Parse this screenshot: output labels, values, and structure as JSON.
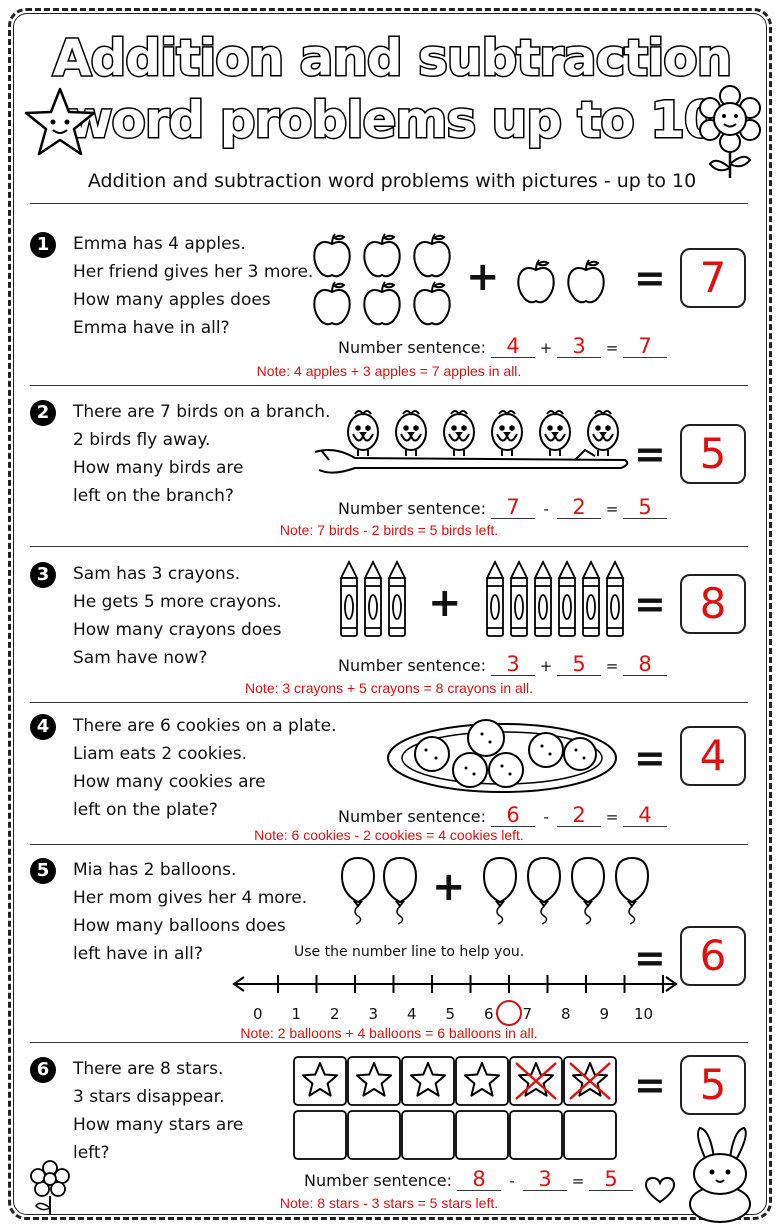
{
  "title_line1": "Addition and subtraction",
  "title_line2": "word problems up to 10",
  "subtitle": "Addition and subtraction word problems with pictures - up to 10",
  "ns_label": "Number sentence:",
  "problems": [
    {
      "n": "1",
      "lines": [
        "Emma has 4 apples.",
        "Her friend gives her 3 more.",
        "How many apples does",
        "Emma have in all?"
      ],
      "a": "4",
      "op": "+",
      "b": "3",
      "eq": "=",
      "c": "7",
      "answer": "7",
      "note": "Note: 4 apples + 3 apples = 7 apples in all."
    },
    {
      "n": "2",
      "lines": [
        "There are 7 birds on a branch.",
        "2 birds fly away.",
        "How many birds are",
        "left on the branch?"
      ],
      "a": "7",
      "op": "-",
      "b": "2",
      "eq": "=",
      "c": "5",
      "answer": "5",
      "note": "Note: 7 birds - 2 birds = 5 birds left."
    },
    {
      "n": "3",
      "lines": [
        "Sam has 3 crayons.",
        "He gets 5 more crayons.",
        "How many crayons does",
        "Sam have now?"
      ],
      "a": "3",
      "op": "+",
      "b": "5",
      "eq": "=",
      "c": "8",
      "answer": "8",
      "note": "Note: 3 crayons + 5 crayons = 8 crayons in all."
    },
    {
      "n": "4",
      "lines": [
        "There are 6 cookies on a plate.",
        "Liam eats 2 cookies.",
        "How many cookies are",
        "left on the plate?"
      ],
      "a": "6",
      "op": "-",
      "b": "2",
      "eq": "=",
      "c": "4",
      "answer": "4",
      "note": "Note: 6 cookies - 2 cookies = 4 cookies left."
    },
    {
      "n": "5",
      "lines": [
        "Mia has 2 balloons.",
        "Her mom gives her 4 more.",
        "How many balloons does",
        "left have in all?"
      ],
      "answer": "6",
      "note": "Note: 2 balloons + 4 balloons = 6 balloons in all.",
      "nl_help": "Use the number line to help you.",
      "nl_ticks": [
        "0",
        "1",
        "2",
        "3",
        "4",
        "5",
        "6",
        "7",
        "8",
        "9",
        "10"
      ],
      "nl_circled": "6"
    },
    {
      "n": "6",
      "lines": [
        "There are 8 stars.",
        "3 stars disappear.",
        "How many stars are",
        "left?"
      ],
      "a": "8",
      "op": "-",
      "b": "3",
      "eq": "=",
      "c": "5",
      "answer": "5",
      "note": "Note: 8 stars - 3 stars = 5 stars left."
    }
  ],
  "symbols": {
    "plus": "+",
    "equals": "="
  },
  "icons": [
    "star-face-icon",
    "flower-face-icon",
    "apple-icon",
    "bird-icon",
    "crayon-icon",
    "cookie-icon",
    "balloon-icon",
    "star-icon",
    "small-flower-icon",
    "bunny-icon",
    "heart-icon"
  ],
  "colors": {
    "answer": "#e01010",
    "ink": "#111111"
  }
}
